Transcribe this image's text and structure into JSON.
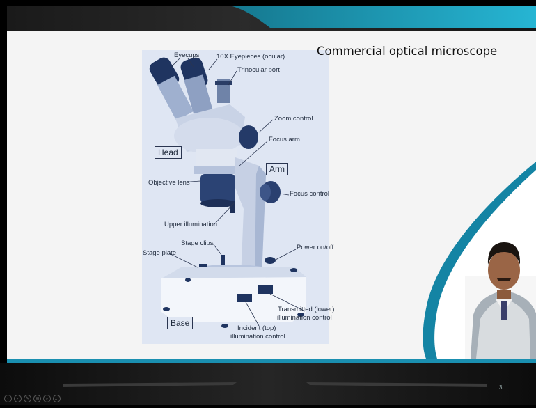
{
  "slide": {
    "title": "Commercial optical microscope",
    "page_number": "3"
  },
  "diagram": {
    "labels": {
      "eyecups": "Eyecups",
      "eyepieces": "10X Eyepieces (ocular)",
      "trinocular": "Trinocular port",
      "zoom": "Zoom control",
      "focus_arm": "Focus arm",
      "head": "Head",
      "arm": "Arm",
      "objective": "Objective lens",
      "focus_control": "Focus control",
      "upper_illum": "Upper illumination",
      "stage_clips": "Stage clips",
      "power": "Power on/off",
      "stage_plate": "Stage plate",
      "transmitted_1": "Transmitted (lower)",
      "transmitted_2": "illumination control",
      "base": "Base",
      "incident_1": "Incident (top)",
      "incident_2": "illumination control"
    }
  },
  "nav": {
    "buttons": [
      "prev-icon",
      "next-icon",
      "pen-icon",
      "pages-icon",
      "zoom-icon",
      "more-icon"
    ],
    "glyphs": [
      "‹",
      "›",
      "✎",
      "▤",
      "⌕",
      "…"
    ]
  },
  "colors": {
    "accent": "#1f9dbf",
    "figure_bg": "#dfe6f3",
    "dark_bar": "#141414"
  }
}
